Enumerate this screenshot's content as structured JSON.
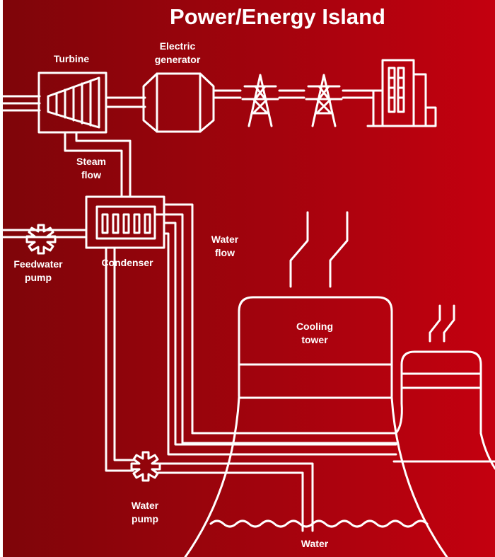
{
  "title": "Power/Energy Island",
  "labels": {
    "turbine": "Turbine",
    "electric_generator": [
      "Electric",
      "generator"
    ],
    "steam_flow": [
      "Steam",
      "flow"
    ],
    "water_flow": [
      "Water",
      "flow"
    ],
    "feedwater_pump": [
      "Feedwater",
      "pump"
    ],
    "condenser": "Condenser",
    "cooling_tower": [
      "Cooling",
      "tower"
    ],
    "water_pump": [
      "Water",
      "pump"
    ],
    "water": "Water"
  },
  "colors": {
    "background_left": "#7e0509",
    "background_right": "#c4000f",
    "line": "#ffffff"
  }
}
